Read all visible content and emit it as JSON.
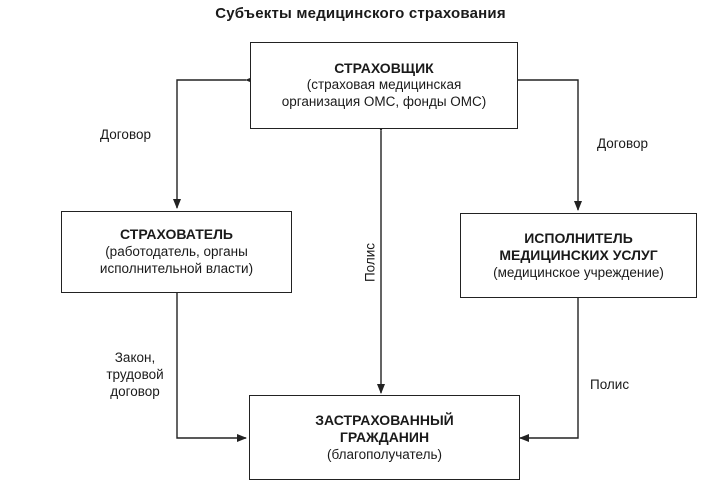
{
  "title": "Субъекты медицинского страхования",
  "boxes": {
    "insurer": {
      "head": "СТРАХОВЩИК",
      "line1": "(страховая медицинская",
      "line2": "организация ОМС, фонды ОМС)"
    },
    "policyholder": {
      "head": "СТРАХОВАТЕЛЬ",
      "line1": "(работодатель, органы",
      "line2": "исполнительной власти)"
    },
    "provider": {
      "head1": "ИСПОЛНИТЕЛЬ",
      "head2": "МЕДИЦИНСКИХ УСЛУГ",
      "line1": "(медицинское учреждение)"
    },
    "insured": {
      "head1": "ЗАСТРАХОВАННЫЙ",
      "head2": "ГРАЖДАНИН",
      "line1": "(благополучатель)"
    }
  },
  "labels": {
    "contract_left": "Договор",
    "contract_right": "Договор",
    "policy_center": "Полис",
    "law_line1": "Закон,",
    "law_line2": "трудовой",
    "law_line3": "договор",
    "policy_right": "Полис"
  }
}
